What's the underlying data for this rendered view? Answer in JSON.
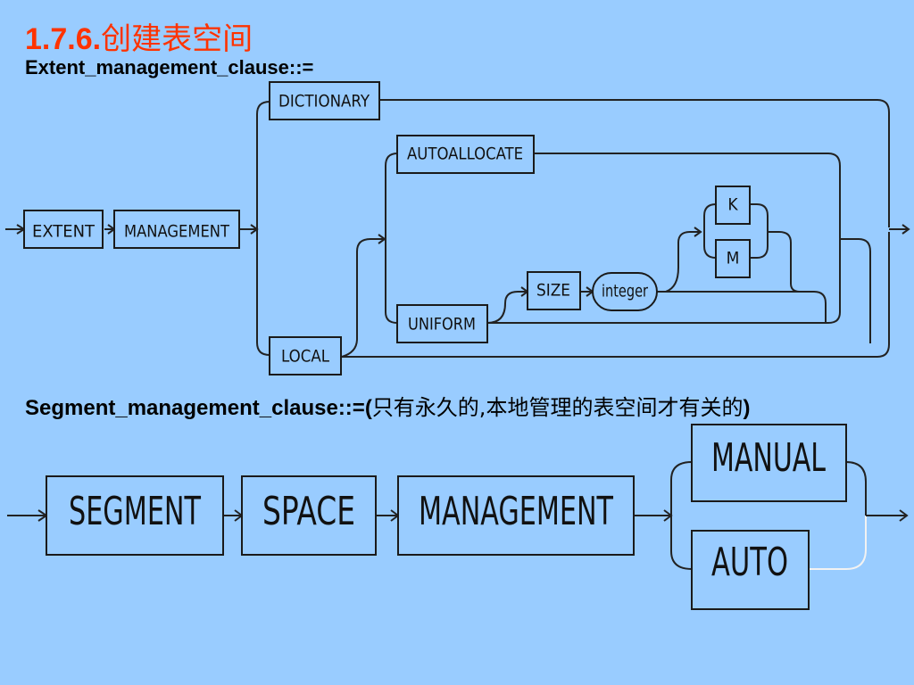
{
  "title": {
    "number": "1.7.6.",
    "text": "创建表空间"
  },
  "extent_clause": {
    "label": "Extent_management_clause::=",
    "keywords": {
      "extent": "EXTENT",
      "management": "MANAGEMENT",
      "dictionary": "DICTIONARY",
      "local": "LOCAL",
      "autoallocate": "AUTOALLOCATE",
      "uniform": "UNIFORM",
      "size": "SIZE",
      "integer": "integer",
      "k": "K",
      "m": "M"
    }
  },
  "segment_clause": {
    "label_prefix": "Segment_management_clause::=(",
    "label_note": "只有永久的,本地管理的表空间才有关的",
    "label_suffix": ")",
    "keywords": {
      "segment": "SEGMENT",
      "space": "SPACE",
      "management": "MANAGEMENT",
      "manual": "MANUAL",
      "auto": "AUTO"
    }
  },
  "colors": {
    "background": "#99ccff",
    "title": "#ff3300",
    "box_border": "#1a1a1a",
    "line": "#222222"
  }
}
